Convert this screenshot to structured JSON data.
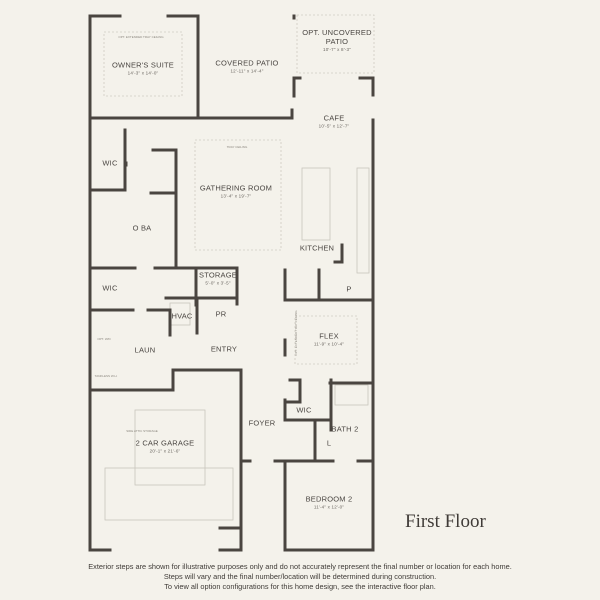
{
  "floor_title": "First Floor",
  "rooms": {
    "owners_suite": {
      "name": "OWNER'S SUITE",
      "dim": "14'-3\" x 14'-0\"",
      "note": "OPT. EXTENDED TRAY CEILING"
    },
    "covered_patio": {
      "name": "COVERED PATIO",
      "dim": "12'-11\" x 14'-4\""
    },
    "uncovered_patio": {
      "name": "OPT. UNCOVERED PATIO",
      "dim": "10'-7\" x 8'-3\""
    },
    "cafe": {
      "name": "CAFE",
      "dim": "10'-5\" x 12'-7\""
    },
    "gathering_room": {
      "name": "GATHERING ROOM",
      "dim": "13'-4\" x 19'-7\"",
      "note": "TRAY CEILING"
    },
    "kitchen": {
      "name": "KITCHEN"
    },
    "owner_bath": {
      "name": "O BA"
    },
    "wic_owner": {
      "name": "WIC"
    },
    "wic_2": {
      "name": "WIC"
    },
    "storage": {
      "name": "STORAGE",
      "dim": "5'-0\" x 3'-5\""
    },
    "hvac": {
      "name": "HVAC"
    },
    "pr": {
      "name": "PR"
    },
    "pantry": {
      "name": "P"
    },
    "laun": {
      "name": "LAUN",
      "note": "OPT. W/D"
    },
    "entry": {
      "name": "ENTRY"
    },
    "flex": {
      "name": "FLEX",
      "dim": "11'-9\" x 10'-4\"",
      "note": "OPT. EXTENDED TRAY CEILING"
    },
    "garage": {
      "name": "2 CAR GARAGE",
      "dim": "20'-1\" x 21'-6\"",
      "note": "SIDE ATTIC STORAGE",
      "note2": "TANKLESS W.H."
    },
    "foyer": {
      "name": "FOYER"
    },
    "wic_bed2": {
      "name": "WIC"
    },
    "bath2": {
      "name": "BATH 2"
    },
    "linen": {
      "name": "L"
    },
    "bedroom2": {
      "name": "BEDROOM 2",
      "dim": "11'-4\" x 12'-0\""
    }
  },
  "disclaimer": [
    "Exterior steps are shown for illustrative purposes only and do not accurately represent the final number or location for each home.",
    "Steps will vary and the final number/location will be determined during construction.",
    "To view all option configurations for this home design, see the interactive floor plan."
  ]
}
